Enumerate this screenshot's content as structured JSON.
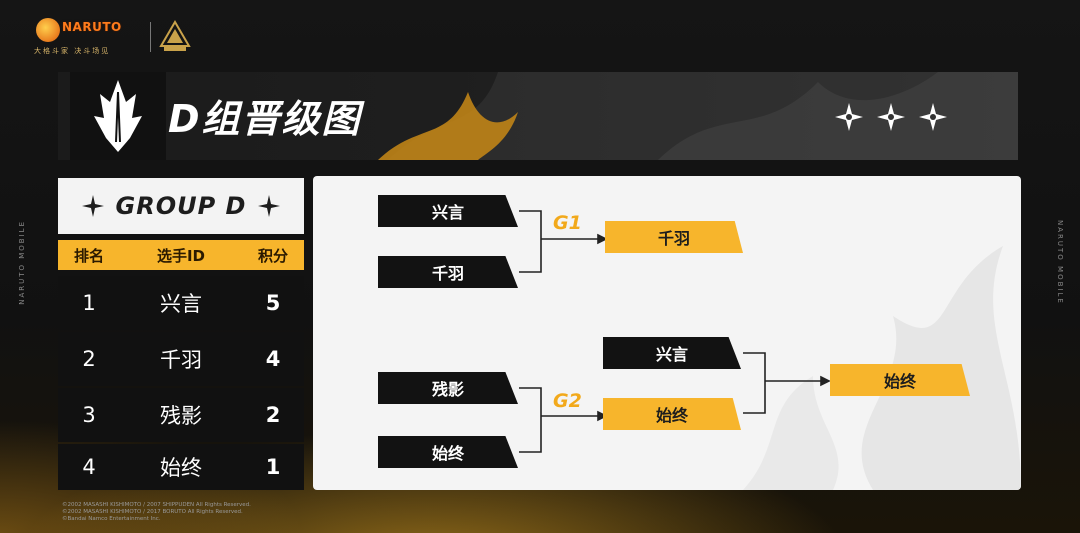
{
  "logo": {
    "brand_text": "NARUTO",
    "tagline": "大格斗家 决斗场见"
  },
  "side_text": {
    "left": "NARUTO MOBILE",
    "right": "NARUTO MOBILE"
  },
  "title": "D组晋级图",
  "group": {
    "title": "GROUP D",
    "headers": {
      "rank": "排名",
      "player": "选手ID",
      "score": "积分"
    },
    "rows": [
      {
        "rank": "1",
        "player": "兴言",
        "score": "5"
      },
      {
        "rank": "2",
        "player": "千羽",
        "score": "4"
      },
      {
        "rank": "3",
        "player": "残影",
        "score": "2"
      },
      {
        "rank": "4",
        "player": "始终",
        "score": "1"
      }
    ]
  },
  "bracket": {
    "g1_label": "G1",
    "g2_label": "G2",
    "g1_players": [
      "兴言",
      "千羽"
    ],
    "g1_winner": "千羽",
    "g2_players": [
      "残影",
      "始终"
    ],
    "g2_winner": "始终",
    "final_players": [
      "兴言",
      "始终"
    ],
    "final_winner": "始终"
  },
  "copyright": [
    "©2002 MASASHI KISHIMOTO / 2007 SHIPPUDEN All Rights Reserved.",
    "©2002 MASASHI KISHIMOTO / 2017 BORUTO All Rights Reserved.",
    "©Bandai Namco Entertainment Inc."
  ],
  "colors": {
    "accent_gold": "#f7b52c",
    "dark": "#121212",
    "panel": "#f4f4f4"
  }
}
